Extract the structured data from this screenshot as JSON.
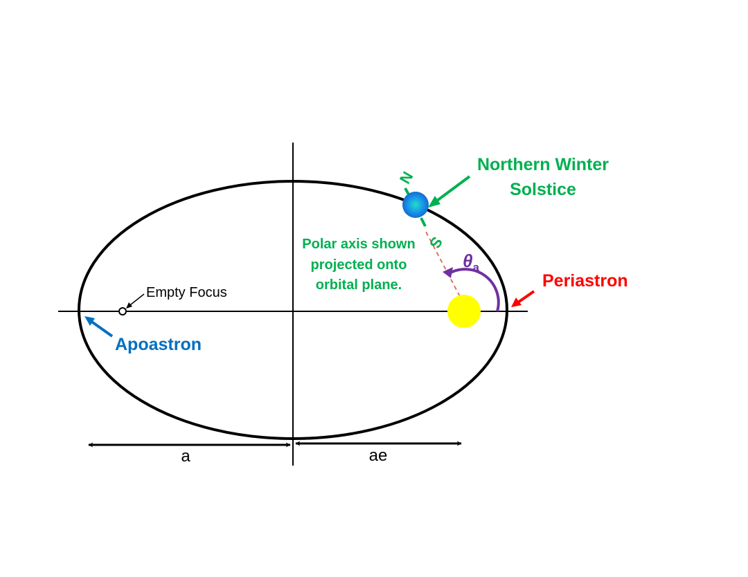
{
  "labels": {
    "solstice_line1": "Northern Winter",
    "solstice_line2": "Solstice",
    "periastron": "Periastron",
    "apoastron": "Apoastron",
    "empty_focus": "Empty Focus",
    "polar_note_line1": "Polar axis shown",
    "polar_note_line2": "projected onto",
    "polar_note_line3": "orbital plane.",
    "pole_north": "N",
    "pole_south": "S",
    "angle_symbol": "θ",
    "angle_subscript": "a",
    "semi_major_axis": "a",
    "focal_distance": "ae"
  },
  "colors": {
    "solstice": "#00b050",
    "periastron": "#ff0000",
    "apoastron": "#0070c0",
    "angle": "#7030a0",
    "star": "#ffff00",
    "planet": "#1e90ff",
    "axis_dash": "#e07060",
    "line": "#000000"
  },
  "icons": {
    "star": "star-circle",
    "planet": "planet-sphere",
    "empty_focus": "hollow-circle"
  }
}
